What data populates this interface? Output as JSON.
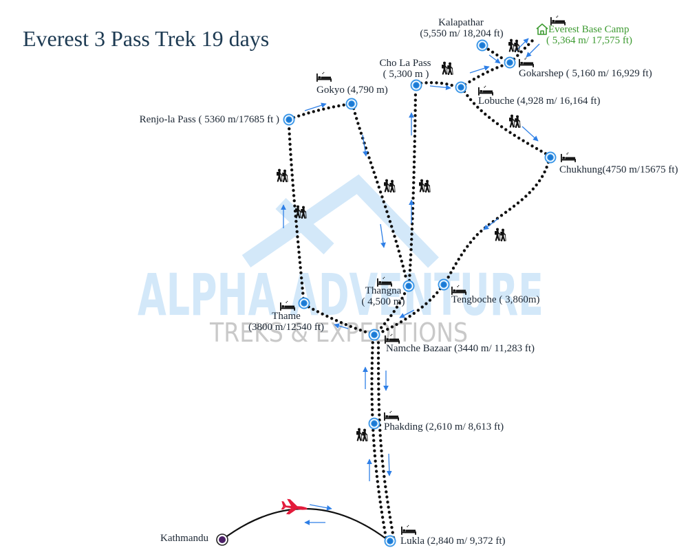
{
  "title": "Everest 3 Pass Trek 19 days",
  "watermark": {
    "brand": "ALPHA ADVENTURE",
    "tagline": "TREKS & EXPEDITIONS"
  },
  "places": {
    "kalapathar": {
      "name": "Kalapathar",
      "elevation": "(5,550 m/ 18,204 ft)"
    },
    "everest_base_camp": {
      "name": "Everest Base Camp",
      "elevation": "( 5,364 m/ 17,575 ft)"
    },
    "gokarshep": {
      "label": "Gokarshep ( 5,160 m/ 16,929 ft)"
    },
    "cho_la_pass": {
      "name": "Cho La Pass",
      "elevation": "( 5,300 m )"
    },
    "lobuche": {
      "label": "Lobuche (4,928 m/ 16,164 ft)"
    },
    "gokyo": {
      "label": "Gokyo (4,790 m)"
    },
    "renjo_la_pass": {
      "label": "Renjo-la Pass ( 5360 m/17685 ft )"
    },
    "chukhung": {
      "label": "Chukhung(4750 m/15675 ft)"
    },
    "thangna": {
      "name": "Thangna",
      "elevation": "( 4,500 m)"
    },
    "tengboche": {
      "label": "Tengboche ( 3,860m)"
    },
    "thame": {
      "name": "Thame",
      "elevation": "(3800 m/12540 ft)"
    },
    "namche_bazaar": {
      "label": "Namche Bazaar (3440 m/ 11,283 ft)"
    },
    "phakding": {
      "label": "Phakding (2,610 m/ 8,613 ft)"
    },
    "lukla": {
      "label": "Lukla (2,840 m/ 9,372 ft)"
    },
    "kathmandu": {
      "label": "Kathmandu"
    }
  },
  "icons": {
    "waypoint": "waypoint-icon",
    "lodging": "bed-icon",
    "trekking": "hikers-icon",
    "flight": "airplane-icon",
    "base_camp": "base-camp-icon",
    "direction": "arrow-icon"
  },
  "colors": {
    "title": "#1d3a52",
    "label": "#1b2633",
    "trail": "#111111",
    "marker": "#3d98e8",
    "marker-core": "#1c7ad4",
    "arrow": "#2e7fe6",
    "ebc": "#3c9a30",
    "plane": "#e31b3b",
    "watermark": "#d3e8f9"
  }
}
